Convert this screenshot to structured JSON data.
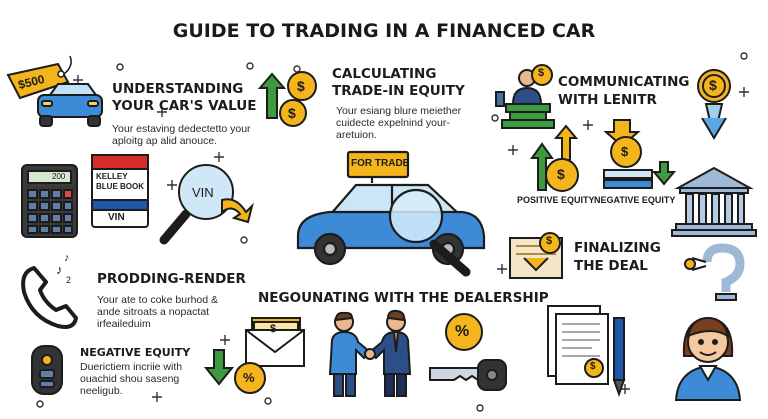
{
  "title": "GUIDE TO TRADING IN A FINANCED CAR",
  "sections": {
    "value": {
      "title_1": "UNDERSTANDING",
      "title_2": "YOUR CAR'S VALUE",
      "body_1": "Your estaving dedectetto your",
      "body_2": "aploitg ap alid anouce."
    },
    "equity": {
      "title_1": "CALCULATING",
      "title_2": "TRADE-IN EQUITY",
      "body_1": "Your esiang blure meiether",
      "body_2": "cuidecte expelnind your-",
      "body_3": "aretuion."
    },
    "lender": {
      "title_1": "COMMUNICATING",
      "title_2": "WITH LENITR"
    },
    "prodding": {
      "title": "PRODDING-RENDER",
      "body_1": "Your ate to coke burhod &",
      "body_2": "ande sitroats a nopactat",
      "body_3": "irfeaileduim"
    },
    "negotiating": {
      "title": "NEGOUNATING WITH THE DEALERSHIP"
    },
    "finalizing": {
      "title_1": "FINALIZING",
      "title_2": "THE DEAL"
    },
    "negative": {
      "title": "NEGATIVE EQUITY",
      "body_1": "Duerictiem incriie with",
      "body_2": "ouachid shou saseng",
      "body_3": "neeligub."
    }
  },
  "labels": {
    "price_tag": "$500",
    "kbb_1": "KELLEY",
    "kbb_2": "BLUE BOOK",
    "kbb_vin": "VIN",
    "vin_tag": "VIN",
    "calculator_display": "200",
    "for_trade": "FOR TRADE",
    "positive_equity": "POSITIVE EQUITY",
    "negative_equity": "NEGATIVE EQUITY"
  },
  "glyphs": {
    "dollar": "$",
    "percent": "%",
    "music_note": "♪",
    "question": "?",
    "small_2": "2"
  },
  "colors": {
    "gold": "#f4b41c",
    "blue": "#3d8ad6",
    "green": "#3e9a3e",
    "red": "#d62b2b",
    "dark": "#1c1c1c"
  }
}
